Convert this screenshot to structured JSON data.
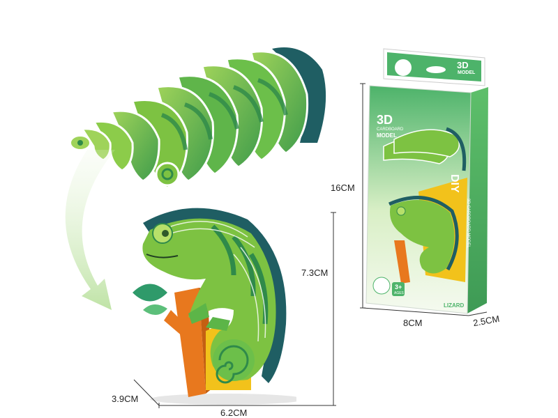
{
  "dimensions": {
    "model_height": "7.3CM",
    "model_width": "6.2CM",
    "model_depth": "3.9CM",
    "box_height": "16CM",
    "box_width": "8CM",
    "box_depth": "2.5CM"
  },
  "box": {
    "badge_3d": "3D",
    "badge_model": "MODEL",
    "front_3d": "3D",
    "front_cardboard": "CARDBOARD",
    "front_model": "MODEL",
    "side_title": "DIY",
    "side_subtitle": "3D CARDBOARD MODEL",
    "age": "3+",
    "age_sub": "AGES",
    "animal": "LIZARD"
  },
  "colors": {
    "lizard_green": "#7dc242",
    "lizard_dark": "#2f8a4a",
    "crest": "#1f5e63",
    "branch": "#e8781e",
    "box_green": "#4db36a"
  }
}
